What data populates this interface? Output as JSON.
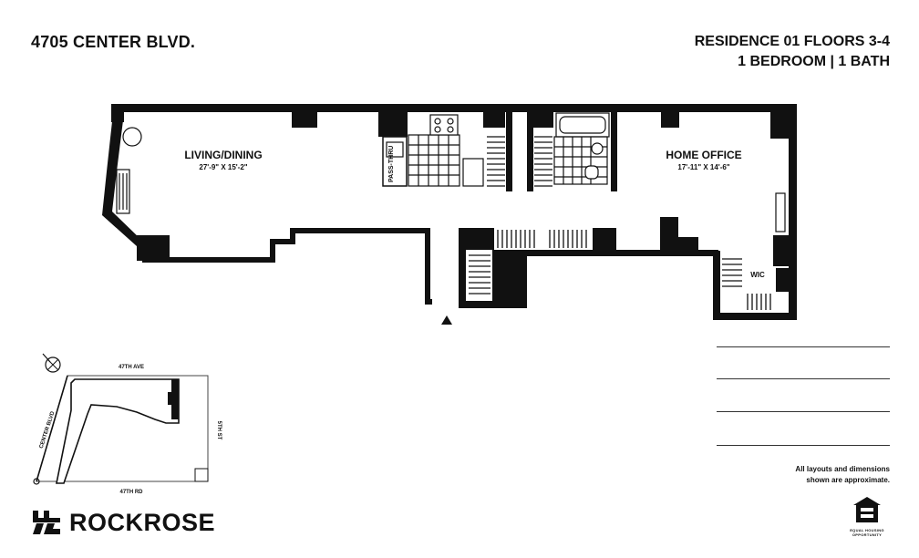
{
  "header": {
    "address": "4705 CENTER BLVD.",
    "residence": "RESIDENCE 01 FLOORS 3-4",
    "unit_type": "1 BEDROOM | 1 BATH"
  },
  "rooms": {
    "living": {
      "name": "LIVING/DINING",
      "dims": "27'-9\" X 15'-2\""
    },
    "office": {
      "name": "HOME OFFICE",
      "dims": "17'-11\" X 14'-6\""
    },
    "wic": "WIC",
    "pass_thru": "PASS-THRU"
  },
  "site_map": {
    "north_street": "47TH AVE",
    "south_street": "47TH RD",
    "west_street": "CENTER BLVD",
    "east_street": "5TH ST"
  },
  "disclaimer": [
    "All layouts and dimensions",
    "shown are approximate."
  ],
  "brand": {
    "name": "ROCKROSE"
  },
  "equal_housing": [
    "EQUAL HOUSING",
    "OPPORTUNITY"
  ],
  "icons": {
    "entry": "entry-arrow-icon",
    "compass": "north-compass-icon",
    "logo": "rockrose-logo-icon",
    "housing": "equal-housing-icon"
  }
}
